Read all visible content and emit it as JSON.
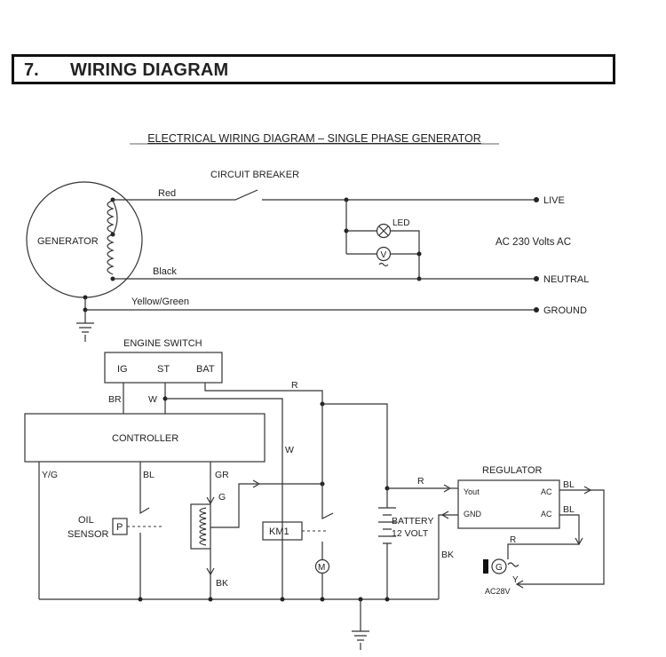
{
  "section": {
    "number": "7.",
    "title": "WIRING DIAGRAM"
  },
  "diagram": {
    "title": "ELECTRICAL WIRING DIAGRAM – SINGLE PHASE GENERATOR",
    "generator": "GENERATOR",
    "circuit_breaker": "CIRCUIT BREAKER",
    "wire_red": "Red",
    "wire_black": "Black",
    "wire_yellow_green": "Yellow/Green",
    "led": "LED",
    "voltmeter": "V",
    "live": "LIVE",
    "neutral": "NEUTRAL",
    "ground": "GROUND",
    "ac_rating": "AC 230 Volts AC",
    "engine_switch": "ENGINE SWITCH",
    "ig": "IG",
    "st": "ST",
    "bat": "BAT",
    "br": "BR",
    "w": "W",
    "w2": "W",
    "r": "R",
    "r2": "R",
    "r3": "R",
    "controller": "CONTROLLER",
    "yg": "Y/G",
    "bl": "BL",
    "gr": "GR",
    "g": "G",
    "bk": "BK",
    "bk2": "BK",
    "oil_sensor_1": "OIL",
    "oil_sensor_2": "SENSOR",
    "p": "P",
    "km1": "KM1",
    "motor": "M",
    "battery_1": "BATTERY",
    "battery_2": "12 VOLT",
    "regulator": "REGULATOR",
    "yout": "Yout",
    "gnd": "GND",
    "ac1": "AC",
    "ac2": "AC",
    "bl_out1": "BL",
    "bl_out2": "BL",
    "alt_g": "G",
    "y": "Y",
    "ac28v": "AC28V"
  }
}
